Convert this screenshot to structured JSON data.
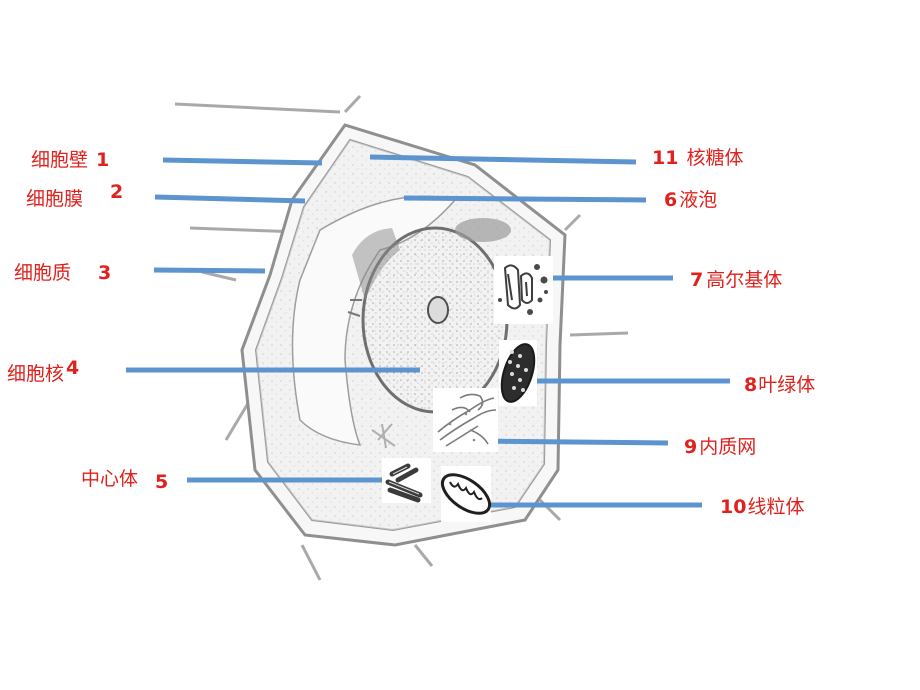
{
  "diagram": {
    "colors": {
      "label_text": "#e0211d",
      "pointer_line": "#5b94cf",
      "cell_outline": "#8f8f8f",
      "cytoplasm": "#ececec"
    },
    "left_labels": [
      {
        "name": "细胞壁",
        "number": "1"
      },
      {
        "name": "细胞膜",
        "number": "2"
      },
      {
        "name": "细胞质",
        "number": "3"
      },
      {
        "name": "细胞核",
        "number": "4"
      },
      {
        "name": "中心体",
        "number": "5"
      }
    ],
    "right_labels": [
      {
        "number": "11",
        "name": "核糖体"
      },
      {
        "number": "6",
        "name": "液泡"
      },
      {
        "number": "7",
        "name": "高尔基体"
      },
      {
        "number": "8",
        "name": "叶绿体"
      },
      {
        "number": "9",
        "name": "内质网"
      },
      {
        "number": "10",
        "name": "线粒体"
      }
    ],
    "icons": [
      "golgi-icon",
      "chloroplast-icon",
      "endoplasmic-reticulum-icon",
      "centrosome-icon",
      "mitochondrion-icon"
    ]
  }
}
